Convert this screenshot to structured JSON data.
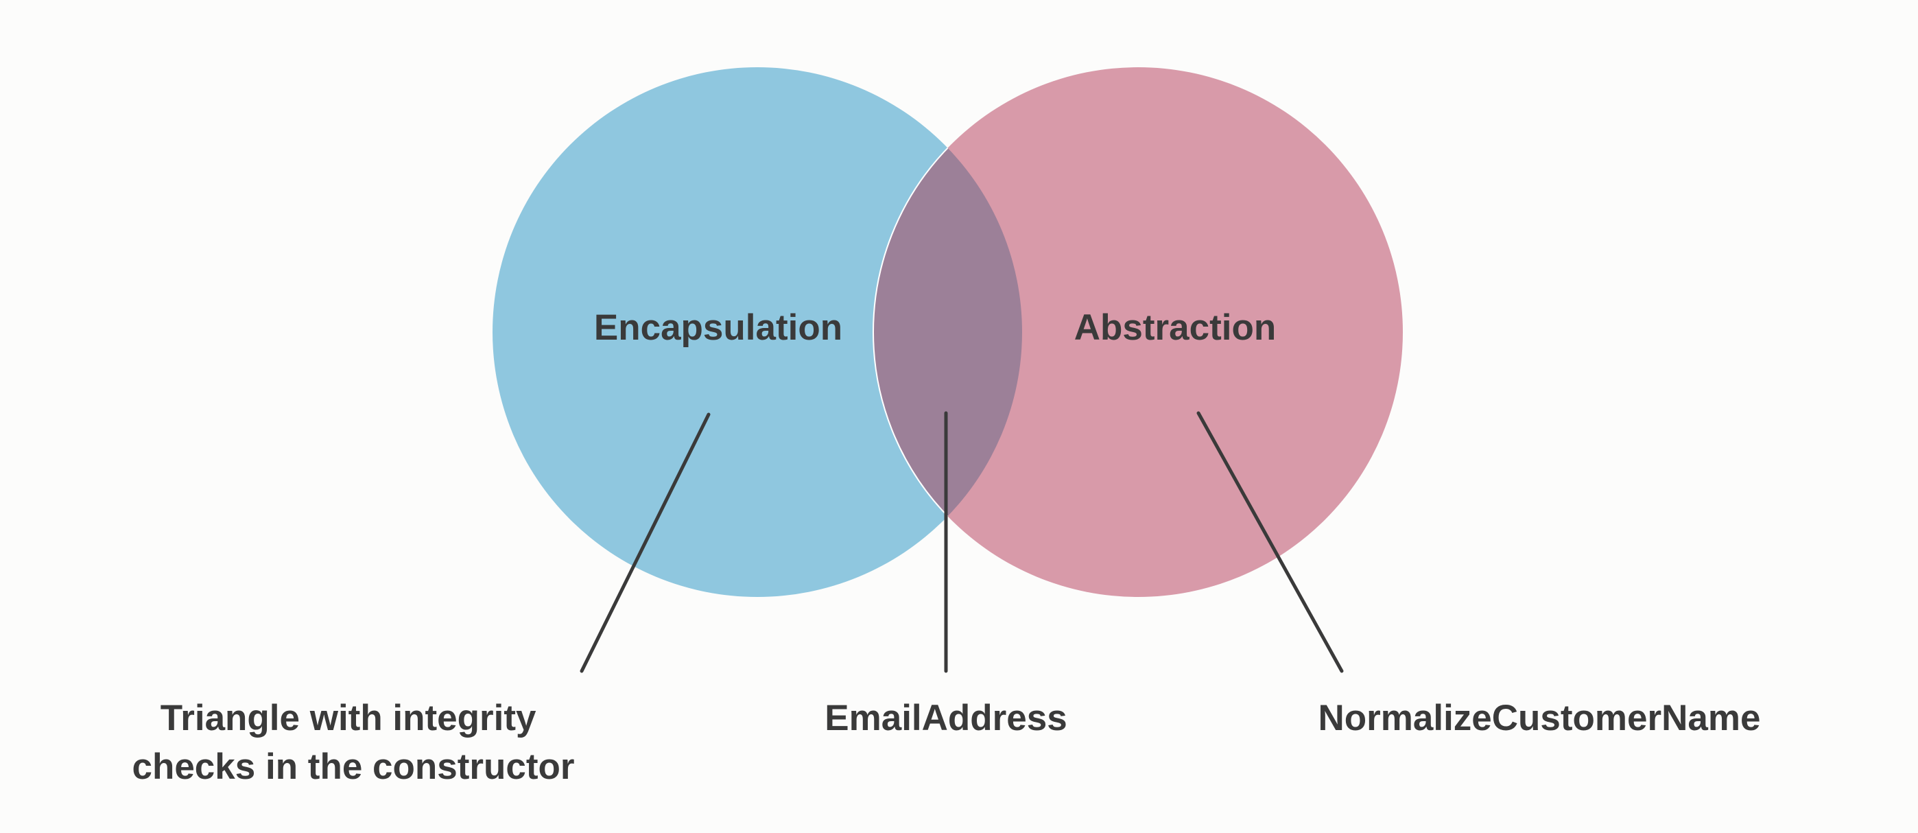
{
  "colors": {
    "background": "#fcfcfb",
    "left_set": "#8fc7df",
    "right_set": "#d89aa9",
    "overlap": "#9c8098",
    "text": "#3a3a3a"
  },
  "sets": {
    "left": {
      "label": "Encapsulation"
    },
    "right": {
      "label": "Abstraction"
    }
  },
  "examples": {
    "left_only": {
      "lines": [
        "Triangle with integrity",
        "checks in the constructor"
      ]
    },
    "overlap": {
      "lines": [
        "EmailAddress"
      ]
    },
    "right_only": {
      "lines": [
        "NormalizeCustomerName"
      ]
    }
  }
}
